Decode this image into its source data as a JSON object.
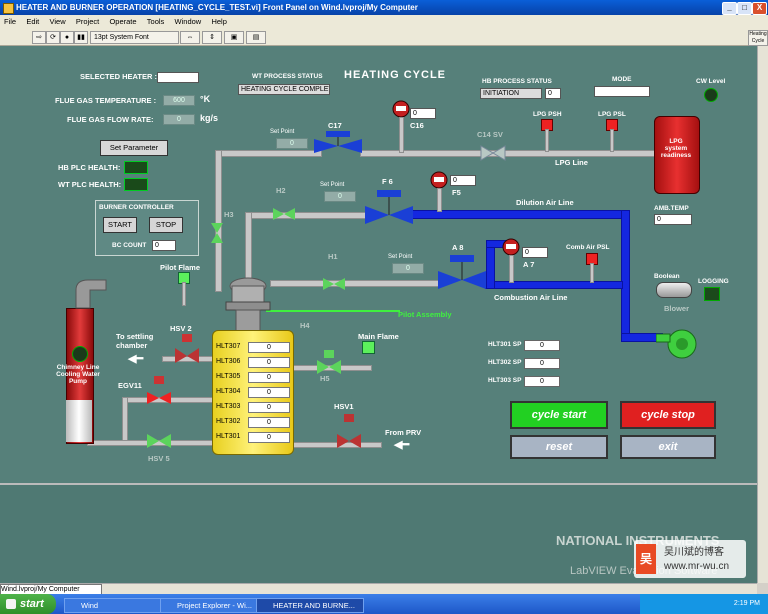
{
  "window": {
    "title": "HEATER AND BURNER OPERATION [HEATING_CYCLE_TEST.vi] Front Panel on Wind.lvproj/My Computer",
    "buttons": [
      "_",
      "□",
      "X"
    ]
  },
  "menu": [
    "File",
    "Edit",
    "View",
    "Project",
    "Operate",
    "Tools",
    "Window",
    "Help"
  ],
  "toolbar": {
    "font": "13pt System Font",
    "help_icon_text": "Heating Cycle"
  },
  "panel": {
    "selected_heater_label": "SELECTED HEATER :",
    "flue_temp_label": "FLUE GAS TEMPERATURE :",
    "flue_temp_value": "600",
    "flue_temp_unit": "°K",
    "flue_flow_label": "FLUE GAS FLOW RATE:",
    "flue_flow_value": "0",
    "flue_flow_unit": "kg/s",
    "set_parameter_button": "Set Parameter",
    "hb_plc_label": "HB PLC HEALTH:",
    "wt_plc_label": "WT PLC HEALTH:",
    "burner_controller_title": "BURNER CONTROLLER",
    "start_button": "START",
    "stop_button": "STOP",
    "bc_count_label": "BC COUNT",
    "bc_count_value": "0",
    "wt_status_label": "WT PROCESS STATUS",
    "wt_status_value": "HEATING CYCLE COMPLETE",
    "title": "HEATING CYCLE",
    "hb_status_label": "HB PROCESS STATUS",
    "hb_status_value": "INITIATION",
    "hb_status_num": "0",
    "mode_label": "MODE",
    "cw_level_label": "CW Level",
    "set_point_label": "Set Point",
    "set_point_c17": "0",
    "c17": "C17",
    "c16": "C16",
    "c16_value": "0",
    "c14sv": "C14 SV",
    "lpg_psh": "LPG PSH",
    "lpg_psl": "LPG PSL",
    "lpg_line": "LPG Line",
    "lpg_tank": "LPG system readiness",
    "h2": "H2",
    "h3": "H3",
    "set_point_f6": "Set Point",
    "set_point_f6_value": "0",
    "f6": "F 6",
    "f5": "F5",
    "f5_value": "0",
    "dilution_air_line": "Dilution Air Line",
    "amb_temp": "AMB.TEMP",
    "amb_temp_value": "0",
    "a8": "A 8",
    "a7": "A 7",
    "a7_value": "0",
    "comb_air_psl": "Comb Air PSL",
    "h1": "H1",
    "set_point_h1": "Set Point",
    "set_point_h1_value": "0",
    "combustion_air_line": "Combustion Air Line",
    "boolean": "Boolean",
    "logging": "LOGGING",
    "blower": "Blower",
    "pilot_flame": "Pilot Flame",
    "pilot_assembly": "Pilot Assembly",
    "h4": "H4",
    "h5": "H5",
    "main_flame": "Main Flame",
    "hsv2": "HSV 2",
    "to_settling": "To settling chamber",
    "chimney": "Chimney Line Cooling Water Pump",
    "egv11": "EGV11",
    "hsv5": "HSV 5",
    "hsv1": "HSV1",
    "from_prv": "From PRV",
    "hlt": [
      {
        "name": "HLT307",
        "value": "0"
      },
      {
        "name": "HLT306",
        "value": "0"
      },
      {
        "name": "HLT305",
        "value": "0"
      },
      {
        "name": "HLT304",
        "value": "0"
      },
      {
        "name": "HLT303",
        "value": "0"
      },
      {
        "name": "HLT302",
        "value": "0"
      },
      {
        "name": "HLT301",
        "value": "0"
      }
    ],
    "hlt_sp": [
      {
        "name": "HLT301 SP",
        "value": "0"
      },
      {
        "name": "HLT302 SP",
        "value": "0"
      },
      {
        "name": "HLT303 SP",
        "value": "0"
      }
    ],
    "cycle_start": "cycle start",
    "cycle_stop": "cycle stop",
    "reset": "reset",
    "exit": "exit"
  },
  "watermark": {
    "ni": "NATIONAL INSTRUMENTS",
    "labview": "LabVIEW Evaluation Software",
    "blog": "吴川斌的博客",
    "url": "www.mr-wu.cn"
  },
  "statusbar": "Wind.lvproj/My Computer",
  "taskbar": {
    "start": "start",
    "tasks": [
      "Wind",
      "Project Explorer - Wi...",
      "HEATER AND BURNE..."
    ],
    "clock": "2:19 PM"
  },
  "colors": {
    "panel": "#56807a",
    "pipe_blue": "#1427e0",
    "cycle_start": "#22cc22",
    "cycle_stop": "#e02020"
  }
}
